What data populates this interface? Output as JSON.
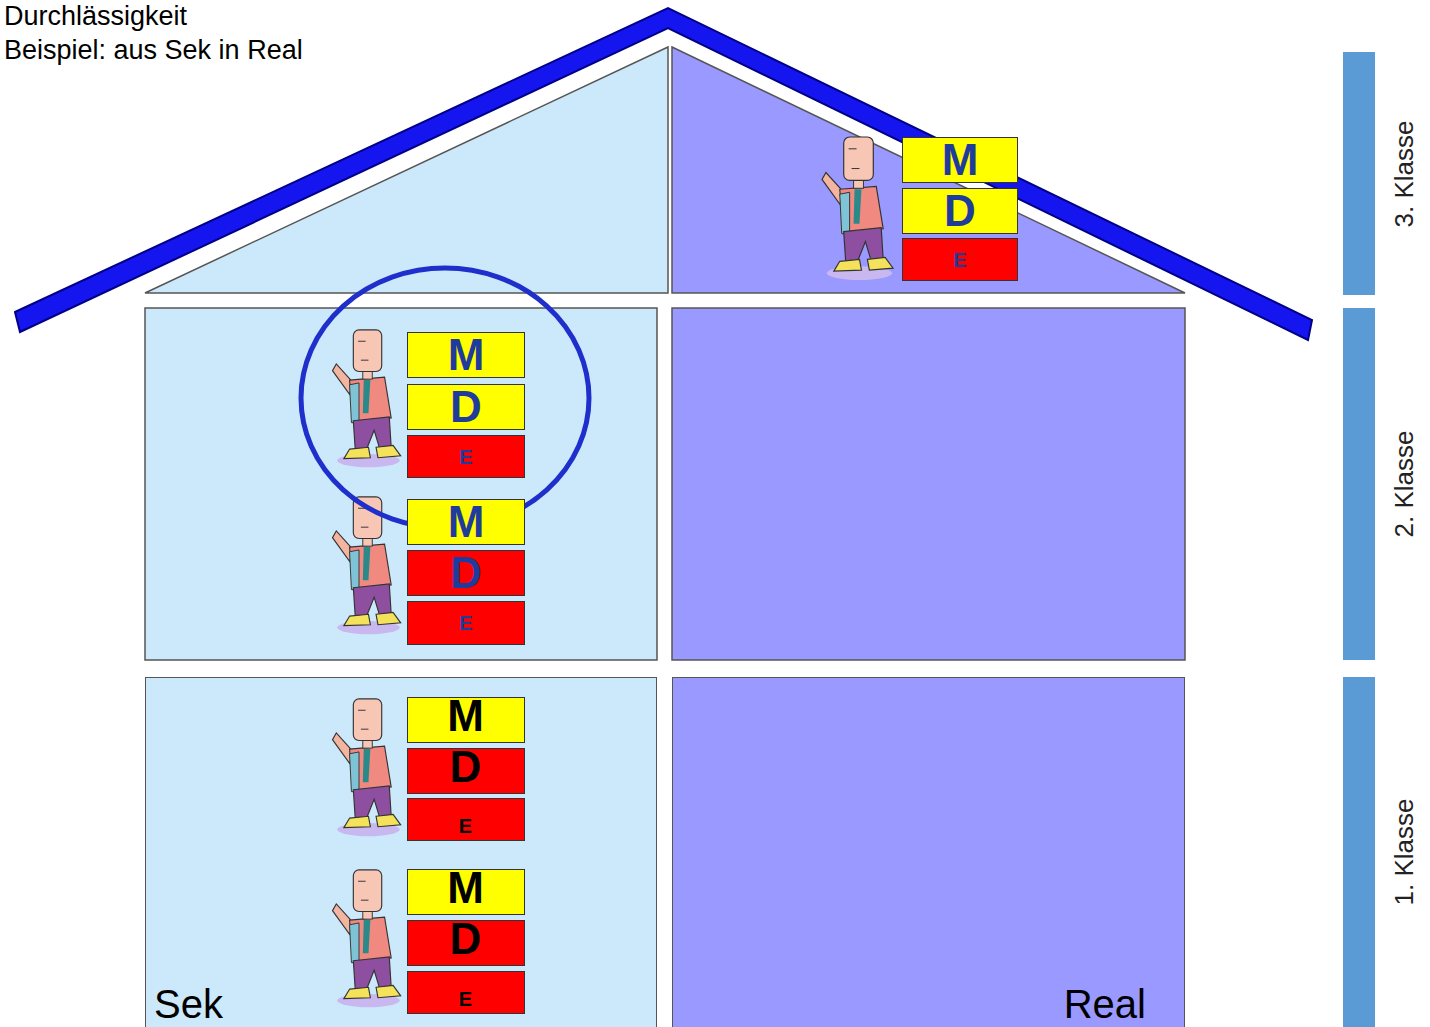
{
  "diagram": {
    "title": "Durchlässigkeit",
    "nodes": [
      {
        "text": [
          "M"
        ]
      },
      {
        "text": [
          "D"
        ]
      },
      {
        "text": [
          "E"
        ]
      },
      {
        "text": [
          "3. Klasse"
        ]
      },
      {
        "text": [
          "M"
        ]
      },
      {
        "text": [
          "D"
        ]
      },
      {
        "text": [
          "E"
        ]
      },
      {
        "text": [
          "M"
        ]
      },
      {
        "text": [
          "D"
        ]
      },
      {
        "text": [
          "E"
        ]
      },
      {
        "text": [
          "2. Klasse"
        ]
      },
      {
        "text": [
          "Sek"
        ]
      },
      {
        "text": [
          "M"
        ],
        "in": 11
      },
      {
        "text": [
          "D"
        ],
        "in": 11
      },
      {
        "text": [
          "E"
        ],
        "in": 11
      },
      {
        "text": [
          "M"
        ],
        "in": 11
      },
      {
        "text": [
          "D"
        ],
        "in": 11
      },
      {
        "text": [
          "E"
        ],
        "in": 11
      },
      {
        "text": [
          "Real"
        ]
      },
      {
        "text": [
          "1. Klasse"
        ]
      }
    ],
    "labels": [
      "Beispiel: aus Sek in Real"
    ]
  }
}
